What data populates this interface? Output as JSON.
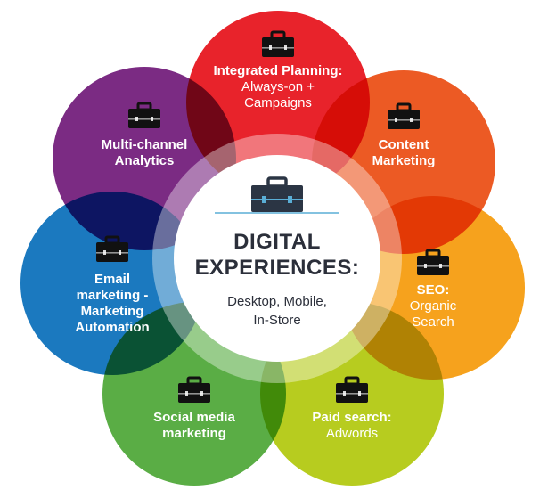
{
  "center": {
    "title_lines": [
      "DIGITAL",
      "EXPERIENCES:"
    ],
    "subtitle_lines": [
      "Desktop, Mobile,",
      "In-Store"
    ]
  },
  "petals": [
    {
      "id": "integrated-planning",
      "color": "#e8232b",
      "icon": "briefcase-icon",
      "bold_lines": [
        "Integrated Planning:"
      ],
      "regular_lines": [
        "Always-on +",
        "Campaigns"
      ]
    },
    {
      "id": "content-marketing",
      "color": "#ec5a24",
      "icon": "briefcase-icon",
      "bold_lines": [
        "Content",
        "Marketing"
      ],
      "regular_lines": []
    },
    {
      "id": "seo",
      "color": "#f6a21d",
      "icon": "briefcase-icon",
      "bold_lines": [
        "SEO:"
      ],
      "regular_lines": [
        "Organic",
        "Search"
      ]
    },
    {
      "id": "paid-search",
      "color": "#b7cc1f",
      "icon": "briefcase-icon",
      "bold_lines": [
        "Paid search:"
      ],
      "regular_lines": [
        "Adwords"
      ]
    },
    {
      "id": "social-media-marketing",
      "color": "#5aad45",
      "icon": "briefcase-icon",
      "bold_lines": [
        "Social media",
        "marketing"
      ],
      "regular_lines": []
    },
    {
      "id": "email-marketing",
      "color": "#1b79bf",
      "icon": "briefcase-icon",
      "bold_lines": [
        "Email",
        "marketing -",
        "Marketing",
        "Automation"
      ],
      "regular_lines": []
    },
    {
      "id": "multi-channel-analytics",
      "color": "#7b2b83",
      "icon": "briefcase-icon",
      "bold_lines": [
        "Multi-channel",
        "Analytics"
      ],
      "regular_lines": []
    }
  ],
  "colors": {
    "icon_fill": "#111111",
    "center_icon_fill": "#2b3544",
    "center_icon_accent": "#5aaed6",
    "ring": "#ffffff",
    "text_dark": "#2b2f3a"
  }
}
